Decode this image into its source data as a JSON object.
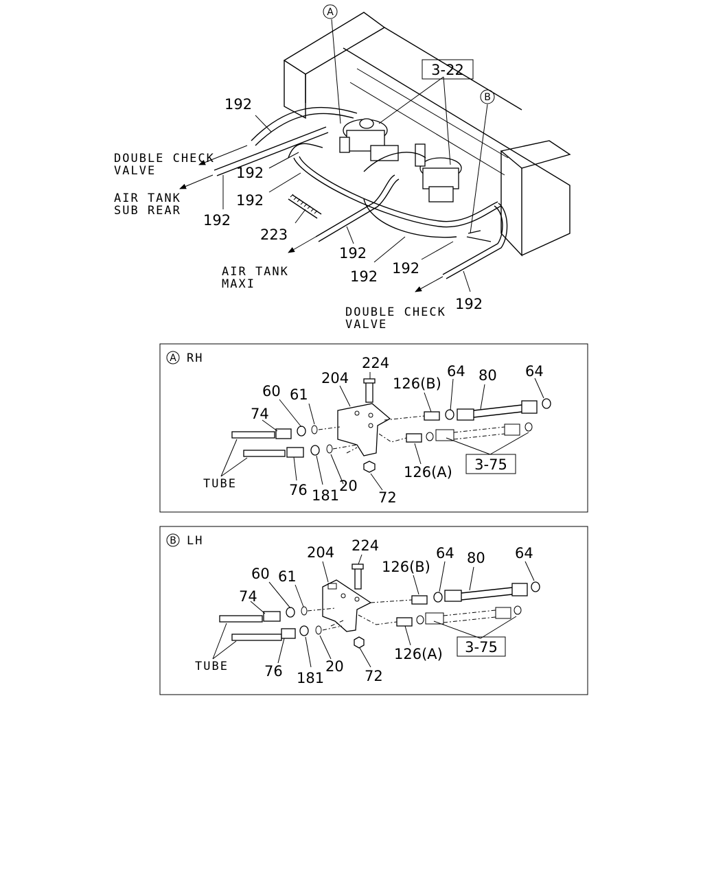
{
  "main": {
    "callout_A": "A",
    "callout_B": "B",
    "ref_box": "3-22",
    "labels": {
      "p192_a": "192",
      "p192_b": "192",
      "p192_c": "192",
      "p192_d": "192",
      "p192_e": "192",
      "p192_f": "192",
      "p192_g": "192",
      "p192_h": "192",
      "p223": "223"
    },
    "captions": {
      "dcv1_line1": "DOUBLE CHECK",
      "dcv1_line2": "VALVE",
      "ats_line1": "AIR TANK",
      "ats_line2": "SUB REAR",
      "atm_line1": "AIR TANK",
      "atm_line2": "MAXI",
      "dcv2_line1": "DOUBLE CHECK",
      "dcv2_line2": "VALVE"
    }
  },
  "detail_A": {
    "marker": "A",
    "side": "RH",
    "labels": {
      "p224": "224",
      "p204": "204",
      "p126b": "126(B)",
      "p64a": "64",
      "p80": "80",
      "p64b": "64",
      "p60": "60",
      "p61": "61",
      "p74": "74",
      "p76": "76",
      "p181": "181",
      "p20": "20",
      "p72": "72",
      "p126a": "126(A)",
      "tube": "TUBE"
    },
    "ref_box": "3-75"
  },
  "detail_B": {
    "marker": "B",
    "side": "LH",
    "labels": {
      "p224": "224",
      "p204": "204",
      "p126b": "126(B)",
      "p64a": "64",
      "p80": "80",
      "p64b": "64",
      "p60": "60",
      "p61": "61",
      "p74": "74",
      "p76": "76",
      "p181": "181",
      "p20": "20",
      "p72": "72",
      "p126a": "126(A)",
      "tube": "TUBE"
    },
    "ref_box": "3-75"
  }
}
